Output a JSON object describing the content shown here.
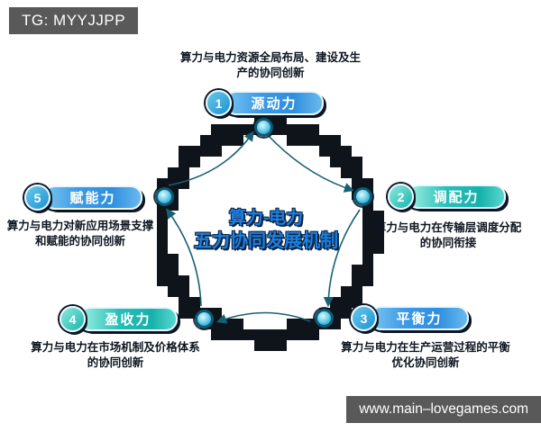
{
  "badges": {
    "tg": "TG: MYYJJPP",
    "site": "www.main–lovegames.com"
  },
  "center": {
    "line1": "算力-电力",
    "line2": "五力协同发展机制"
  },
  "items": [
    {
      "num": "1",
      "label": "源动力",
      "color": "blue",
      "desc1": "算力与电力资源全局布局、建设及生",
      "desc2": "产的协同创新"
    },
    {
      "num": "2",
      "label": "调配力",
      "color": "teal",
      "desc1": "算力与电力在传输层调度分配",
      "desc2": "的协同衔接"
    },
    {
      "num": "3",
      "label": "平衡力",
      "color": "blue",
      "desc1": "算力与电力在生产运营过程的平衡",
      "desc2": "优化协同创新"
    },
    {
      "num": "4",
      "label": "盈收力",
      "color": "teal",
      "desc1": "算力与电力在市场机制及价格体系",
      "desc2": "的协同创新"
    },
    {
      "num": "5",
      "label": "赋能力",
      "color": "blue",
      "desc1": "算力与电力对新应用场景支撑",
      "desc2": "和赋能的协同创新"
    }
  ],
  "colors": {
    "pill_blue": "#2f8fdd",
    "pill_teal": "#17b1ab",
    "center_text": "#1d7fe0",
    "ring_black": "#0f141b",
    "arrow_teal": "#176073",
    "corner_badge_gray": "#595959"
  }
}
